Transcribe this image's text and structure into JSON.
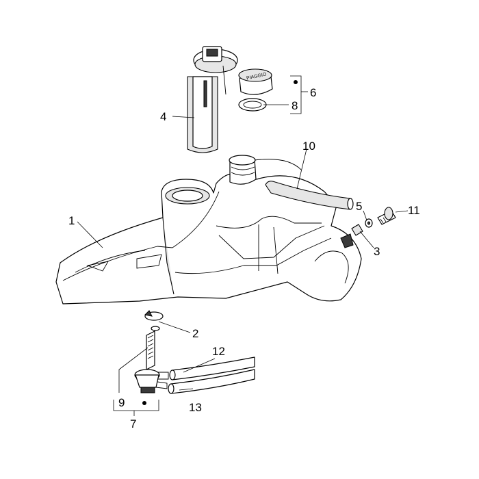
{
  "callouts": {
    "c1": "1",
    "c2": "2",
    "c3": "3",
    "c4": "4",
    "c5": "5",
    "c6": "6",
    "c7": "7",
    "c8": "8",
    "c9": "9",
    "c10": "10",
    "c11": "11",
    "c12": "12",
    "c13": "13"
  },
  "cap_text": "PIAGGIO"
}
